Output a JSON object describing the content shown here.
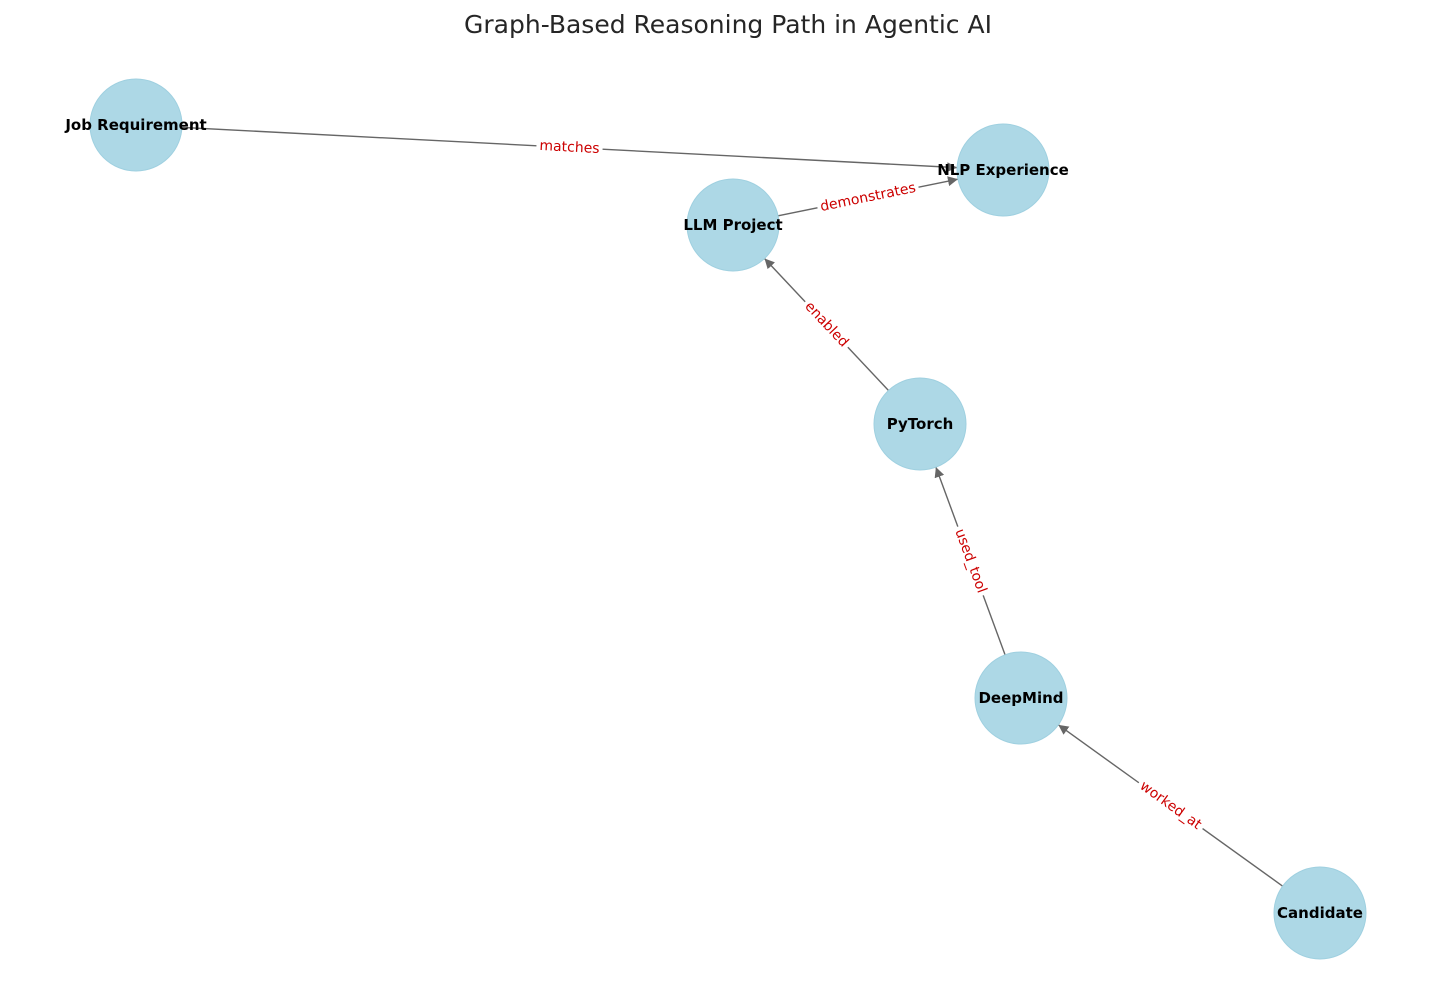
{
  "title": "Graph-Based Reasoning Path in Agentic AI",
  "colors": {
    "node_fill": "#add8e6",
    "node_stroke": "#9fd0e0",
    "edge": "#666666",
    "edge_label": "#cc0000",
    "edge_label_bg": "#ffffff",
    "title": "#262626"
  },
  "nodes": [
    {
      "id": "job",
      "label": "Job Requirement"
    },
    {
      "id": "nlp",
      "label": "NLP Experience"
    },
    {
      "id": "llm",
      "label": "LLM Project"
    },
    {
      "id": "pytorch",
      "label": "PyTorch"
    },
    {
      "id": "deepmind",
      "label": "DeepMind"
    },
    {
      "id": "candidate",
      "label": "Candidate"
    }
  ],
  "edges": [
    {
      "from": "job",
      "to": "nlp",
      "label": "matches"
    },
    {
      "from": "llm",
      "to": "nlp",
      "label": "demonstrates"
    },
    {
      "from": "pytorch",
      "to": "llm",
      "label": "enabled"
    },
    {
      "from": "deepmind",
      "to": "pytorch",
      "label": "used_tool"
    },
    {
      "from": "candidate",
      "to": "deepmind",
      "label": "worked_at"
    }
  ]
}
